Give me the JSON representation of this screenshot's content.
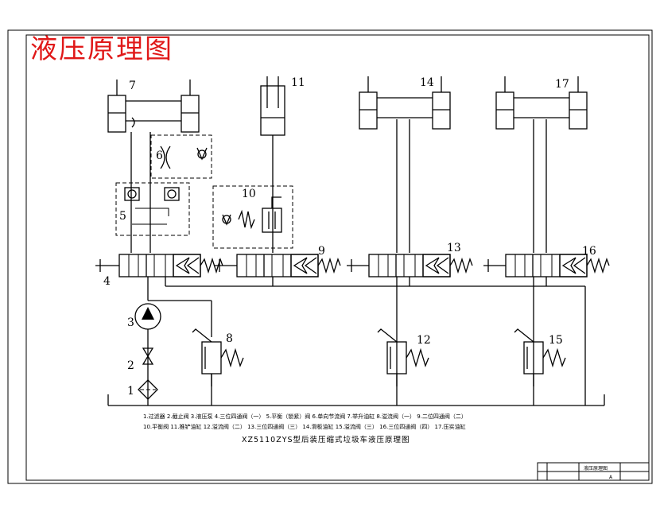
{
  "title": "液压原理图",
  "caption": "XZ5110ZYS型后装压缩式垃圾车液压原理图",
  "labels": {
    "c1": "1",
    "c2": "2",
    "c3": "3",
    "c4": "4",
    "c5": "5",
    "c6": "6",
    "c7": "7",
    "c8": "8",
    "c9": "9",
    "c10": "10",
    "c11": "11",
    "c12": "12",
    "c13": "13",
    "c14": "14",
    "c15": "15",
    "c16": "16",
    "c17": "17"
  },
  "legend": {
    "row1": "1.过滤器   2.截止阀   3.液压泵   4.三位四通阀（一）   5.平衡（锁紧）阀   6.单向节流阀   7.举升油缸  8.溢流阀（一）  9.二位四通阀（二）",
    "row2": "10.平衡阀   11.推铲油缸   12.溢流阀（二）   13.三位四通阀（三）   14.滑板油缸   15.溢流阀（三）   16.三位四通阀（四）   17.压实油缸"
  },
  "title_block": {
    "name": "液压原理图",
    "sheet": "A"
  }
}
